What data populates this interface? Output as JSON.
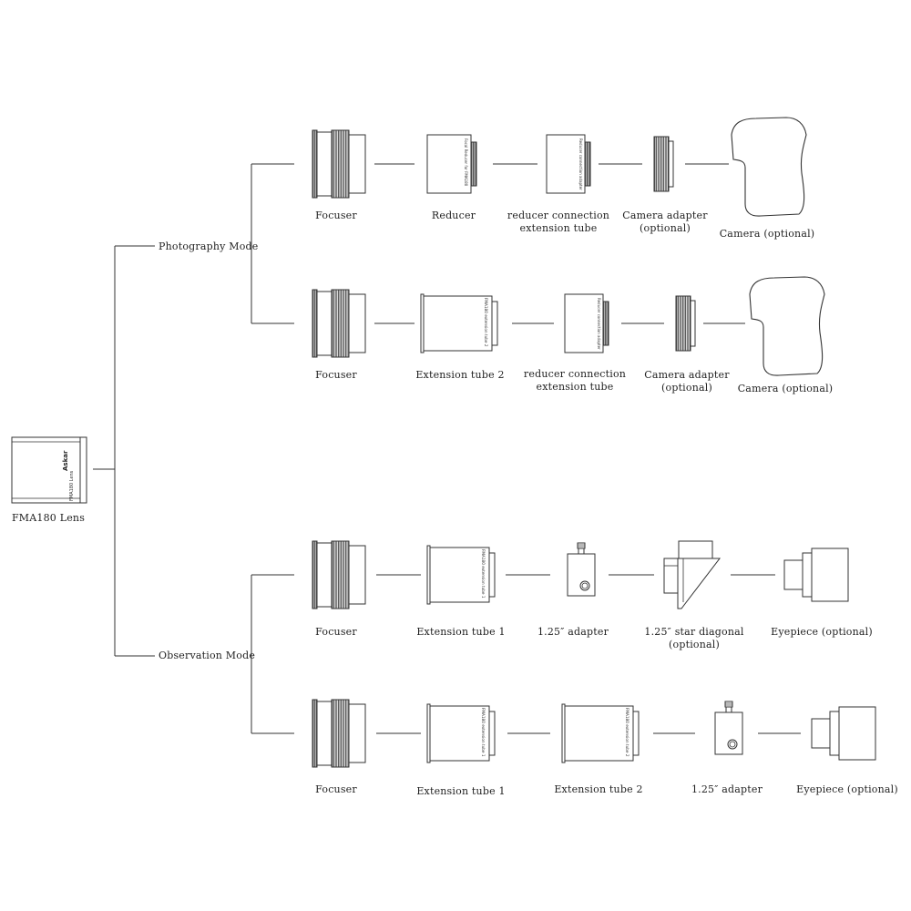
{
  "lens": {
    "label": "FMA180 Lens",
    "brand_text": "Askar",
    "model_text": "FMA180 Lens"
  },
  "modes": {
    "photography": "Photography Mode",
    "observation": "Observation Mode"
  },
  "rows": [
    {
      "items": [
        {
          "icon": "focuser-icon",
          "label": "Focuser"
        },
        {
          "icon": "reducer-icon",
          "label": "Reducer",
          "side_text": "Focal Reducer for FMA180"
        },
        {
          "icon": "reducer-connection-tube-icon",
          "label": "reducer connection\nextension tube",
          "side_text": "Reducer connection adapter"
        },
        {
          "icon": "camera-adapter-icon",
          "label": "Camera adapter\n(optional)"
        },
        {
          "icon": "camera-icon",
          "label": "Camera (optional)"
        }
      ]
    },
    {
      "items": [
        {
          "icon": "focuser-icon",
          "label": "Focuser"
        },
        {
          "icon": "extension-tube-2-icon",
          "label": "Extension tube 2",
          "side_text": "FMA180 extension tube 2"
        },
        {
          "icon": "reducer-connection-tube-icon",
          "label": "reducer connection\nextension tube",
          "side_text": "Reducer connection adapter"
        },
        {
          "icon": "camera-adapter-icon",
          "label": "Camera adapter\n(optional)"
        },
        {
          "icon": "camera-icon",
          "label": "Camera (optional)"
        }
      ]
    },
    {
      "items": [
        {
          "icon": "focuser-icon",
          "label": "Focuser"
        },
        {
          "icon": "extension-tube-1-icon",
          "label": "Extension tube 1",
          "side_text": "FMA180 extension tube 1"
        },
        {
          "icon": "adapter-125-icon",
          "label": "1.25″ adapter"
        },
        {
          "icon": "star-diagonal-icon",
          "label": "1.25″ star diagonal\n(optional)"
        },
        {
          "icon": "eyepiece-icon",
          "label": "Eyepiece (optional)"
        }
      ]
    },
    {
      "items": [
        {
          "icon": "focuser-icon",
          "label": "Focuser"
        },
        {
          "icon": "extension-tube-1-icon",
          "label": "Extension tube 1",
          "side_text": "FMA180 extension tube 1"
        },
        {
          "icon": "extension-tube-2-icon",
          "label": "Extension tube 2",
          "side_text": "FMA180 extension tube 2"
        },
        {
          "icon": "adapter-125-icon",
          "label": "1.25″ adapter"
        },
        {
          "icon": "eyepiece-icon",
          "label": "Eyepiece (optional)"
        }
      ]
    }
  ],
  "colors": {
    "line": "#333333",
    "knurl": "#555555",
    "background": "#ffffff"
  }
}
